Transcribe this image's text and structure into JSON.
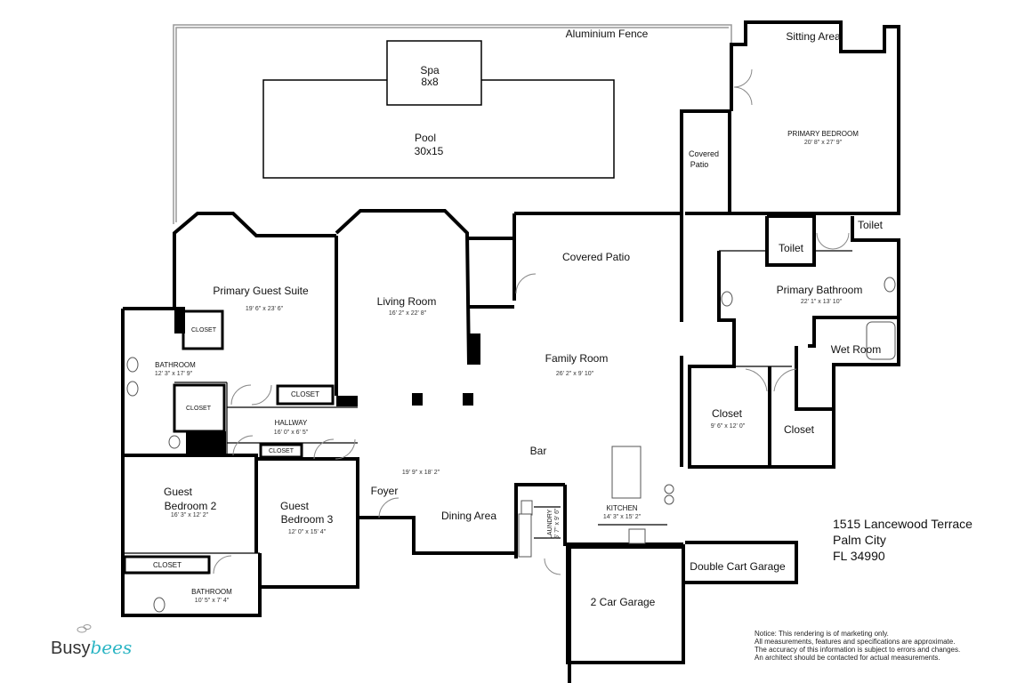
{
  "rooms": {
    "aluminium_fence": "Aluminium Fence",
    "spa": "Spa",
    "spa_size": "8x8",
    "pool": "Pool",
    "pool_size": "30x15",
    "sitting_area": "Sitting Area",
    "primary_bedroom": "PRIMARY BEDROOM",
    "primary_bedroom_dim": "20' 8\" x 27' 9\"",
    "covered_patio_small_1": "Covered",
    "covered_patio_small_2": "Patio",
    "toilet_1": "Toilet",
    "toilet_2": "Toilet",
    "primary_bathroom": "Primary Bathroom",
    "primary_bathroom_dim": "22' 1\" x 13' 10\"",
    "wet_room": "Wet Room",
    "covered_patio": "Covered Patio",
    "primary_guest_suite": "Primary Guest Suite",
    "primary_guest_suite_dim": "19' 6\" x 23' 6\"",
    "living_room": "Living Room",
    "living_room_dim": "16' 2\" x 22' 8\"",
    "family_room": "Family Room",
    "family_room_dim": "26' 2\" x 9' 10\"",
    "closet_suite": "CLOSET",
    "bathroom_1": "BATHROOM",
    "bathroom_1_dim": "12' 3\" x 17' 9\"",
    "closet_bath": "CLOSET",
    "closet_hall": "CLOSET",
    "hallway": "HALLWAY",
    "hallway_dim": "16' 0\" x 6' 5\"",
    "closet_g3": "CLOSET",
    "closet_primary": "Closet",
    "closet_primary_dim": "9' 6\" x 12' 0\"",
    "closet_right": "Closet",
    "bar": "Bar",
    "foyer": "Foyer",
    "foyer_dim": "19' 9\" x 18' 2\"",
    "guest_bedroom_2_a": "Guest",
    "guest_bedroom_2_b": "Bedroom 2",
    "guest_bedroom_2_dim": "16' 3\" x 12' 2\"",
    "guest_bedroom_3_a": "Guest",
    "guest_bedroom_3_b": "Bedroom 3",
    "guest_bedroom_3_dim": "12' 0\" x 15' 4\"",
    "dining_area": "Dining Area",
    "kitchen": "KITCHEN",
    "kitchen_dim": "14' 3\" x 15' 2\"",
    "laundry": "LAUNDRY",
    "laundry_dim": "5' 7\" x 9' 6\"",
    "closet_g2": "CLOSET",
    "bathroom_2": "BATHROOM",
    "bathroom_2_dim": "10' 5\" x 7' 4\"",
    "double_cart_garage": "Double Cart Garage",
    "two_car_garage": "2 Car Garage"
  },
  "address": {
    "line1": "1515 Lancewood Terrace",
    "line2": "Palm City",
    "line3": "FL 34990"
  },
  "notice": {
    "line1": "Notice: This rendering is of marketing only.",
    "line2": "All measurements, features and specifications are approximate.",
    "line3": "The accuracy of this information is subject to errors and changes.",
    "line4": "An architect should be contacted for actual measurements."
  },
  "logo": {
    "part1": "Busy",
    "part2": "bees",
    "accent_color": "#2bb5c4"
  },
  "colors": {
    "wall": "#000000",
    "fence": "#999999"
  }
}
